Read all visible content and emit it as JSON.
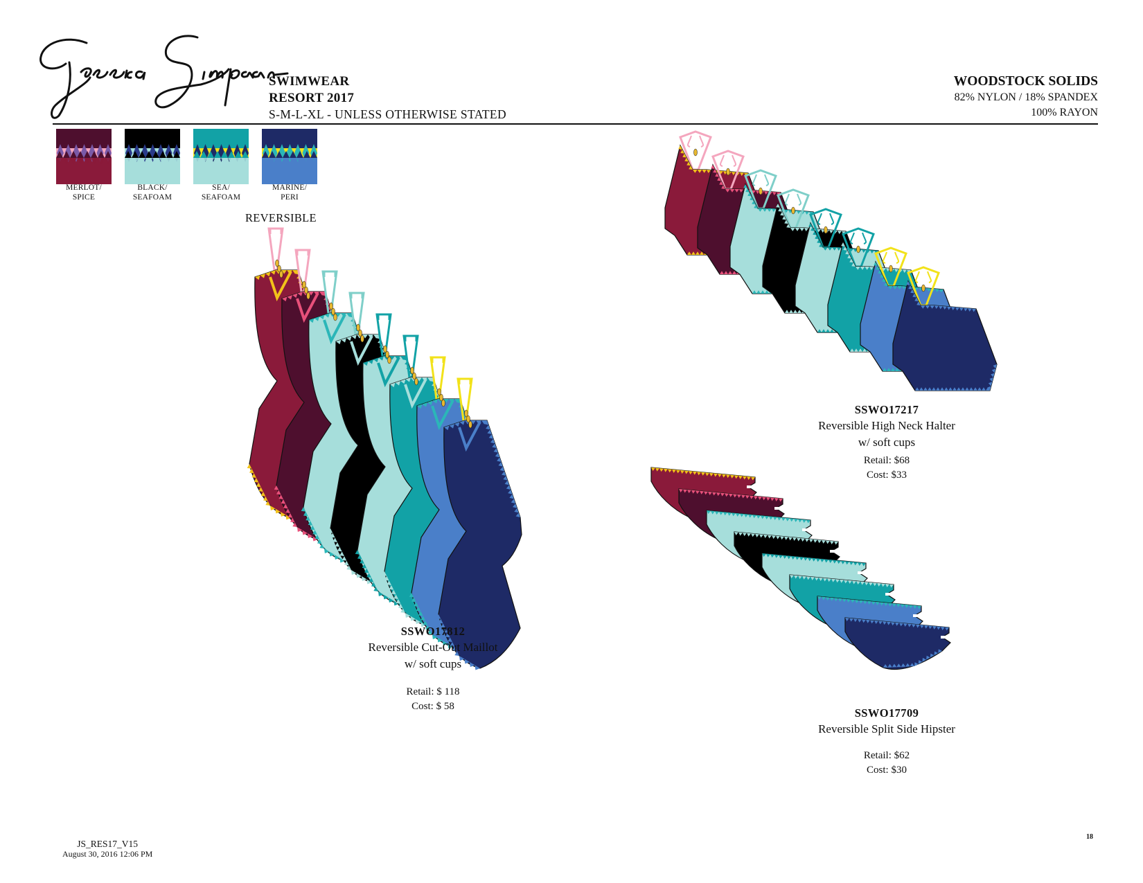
{
  "header": {
    "brand": "Jessica Simpson",
    "category": "SWIMWEAR",
    "season": "RESORT 2017",
    "sizes": "S-M-L-XL - UNLESS OTHERWISE STATED",
    "fabric_name": "WOODSTOCK SOLIDS",
    "fabric_content_1": "82% NYLON / 18% SPANDEX",
    "fabric_content_2": "100% RAYON"
  },
  "swatches": [
    {
      "line1": "MERLOT/",
      "line2": "SPICE",
      "primary": "#4e0f2e",
      "secondary": "#8a1a3a",
      "accent": "#f4a6be",
      "trim": "#7a5aa8"
    },
    {
      "line1": "BLACK/",
      "line2": "SEAFOAM",
      "primary": "#000000",
      "secondary": "#a6dedb",
      "accent": "#a6dedb",
      "trim": "#2a3a8a"
    },
    {
      "line1": "SEA/",
      "line2": "SEAFOAM",
      "primary": "#12a2a6",
      "secondary": "#a6dedb",
      "accent": "#f2e21a",
      "trim": "#1d2b66"
    },
    {
      "line1": "MARINE/",
      "line2": "PERI",
      "primary": "#1e2a66",
      "secondary": "#4a7fc9",
      "accent": "#f2e21a",
      "trim": "#2bb6b8"
    }
  ],
  "reversible_label": "REVERSIBLE",
  "styles": [
    {
      "code": "SSWO17812",
      "name": "Reversible Cut-Out Maillot",
      "detail": "w/ soft cups",
      "retail": "Retail: $ 118",
      "cost": "Cost: $ 58"
    },
    {
      "code": "SSWO17217",
      "name": "Reversible High Neck Halter",
      "detail": "w/ soft cups",
      "retail": "Retail: $68",
      "cost": "Cost: $33"
    },
    {
      "code": "SSWO17709",
      "name": "Reversible Split Side Hipster",
      "retail": "Retail: $62",
      "cost": "Cost: $30"
    }
  ],
  "colorways_sequence": [
    {
      "body": "#8a1a3a",
      "trim": "#f2c21a",
      "strap": "#f4a6be"
    },
    {
      "body": "#4e0f2e",
      "trim": "#e8507a",
      "strap": "#f4a6be"
    },
    {
      "body": "#a6dedb",
      "trim": "#2bb6b8",
      "strap": "#7fcfc9"
    },
    {
      "body": "#000000",
      "trim": "#a6dedb",
      "strap": "#7fcfc9"
    },
    {
      "body": "#a6dedb",
      "trim": "#12a2a6",
      "strap": "#12a2a6"
    },
    {
      "body": "#12a2a6",
      "trim": "#a6dedb",
      "strap": "#12a2a6"
    },
    {
      "body": "#4a7fc9",
      "trim": "#2bb6b8",
      "strap": "#f2e21a"
    },
    {
      "body": "#1e2a66",
      "trim": "#4a7fc9",
      "strap": "#f2e21a"
    }
  ],
  "footer": {
    "doc_id": "JS_RES17_V15",
    "date": "August 30, 2016 12:06 PM",
    "page": "18"
  }
}
